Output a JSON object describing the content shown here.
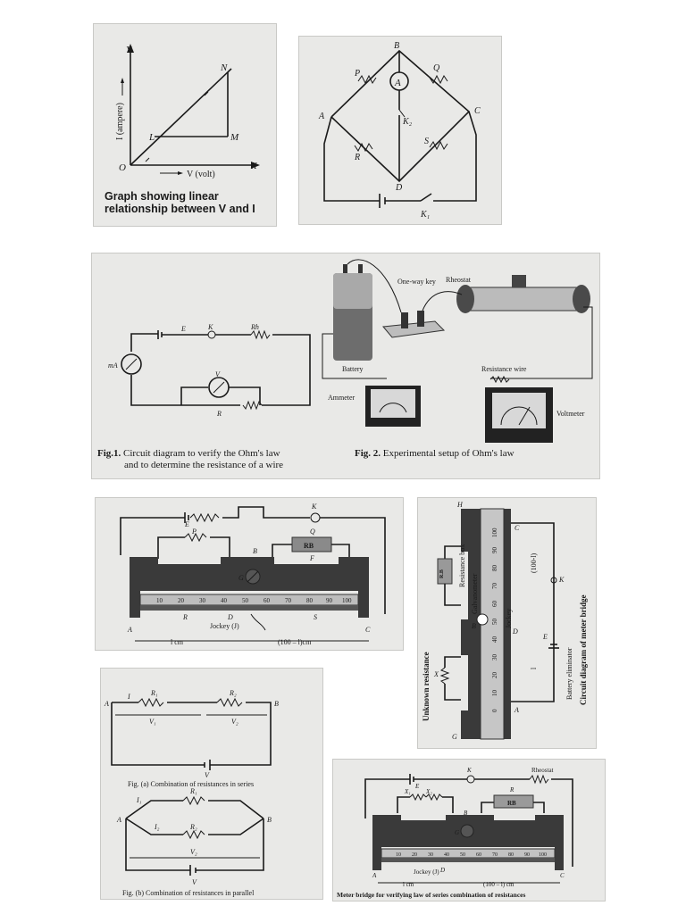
{
  "panel1": {
    "y_axis": "Y",
    "x_axis": "X",
    "origin": "O",
    "y_label": "I (ampere)",
    "x_label": "V (volt)",
    "pts": {
      "n": "N",
      "l": "L",
      "m": "M"
    },
    "caption_1": "Graph showing linear",
    "caption_2": "relationship between V and I"
  },
  "panel2": {
    "b": "B",
    "a": "A",
    "c": "C",
    "d": "D",
    "p": "P",
    "q": "Q",
    "r": "R",
    "s": "S",
    "meter": "A",
    "k2": "K₂",
    "k1": "K₁"
  },
  "panel3": {
    "e": "E",
    "k": "K",
    "rh": "Rh",
    "ma": "mA",
    "v": "V",
    "r": "R",
    "one_way_key": "One-way key",
    "rheostat": "Rheostat",
    "battery": "Battery",
    "resistance_wire": "Resistance wire",
    "ammeter": "Ammeter",
    "voltmeter": "Voltmeter",
    "fig1_label": "Fig.1.",
    "fig1_text_1": "Circuit diagram to verify the Ohm's law",
    "fig1_text_2": "and to determine the resistance of a wire",
    "fig2_label": "Fig. 2.",
    "fig2_text": "Experimental setup of Ohm's law"
  },
  "panel4": {
    "e": "E",
    "k": "K",
    "p": "P",
    "q": "Q",
    "rb": "RB",
    "f": "F",
    "b": "B",
    "g": "G",
    "scale": [
      "10",
      "20",
      "30",
      "40",
      "50",
      "60",
      "70",
      "80",
      "90",
      "100"
    ],
    "r": "R",
    "d": "D",
    "s": "S",
    "jockey": "Jockey (J)",
    "a": "A",
    "c": "C",
    "l_cm": "l cm",
    "rest_cm": "(100 – l)cm"
  },
  "panel5": {
    "h": "H",
    "g": "G",
    "c": "C",
    "b": "B",
    "a": "A",
    "d": "D",
    "k": "K",
    "e": "E",
    "x": "X",
    "scale": [
      "0",
      "10",
      "20",
      "30",
      "40",
      "50",
      "60",
      "70",
      "80",
      "90",
      "100"
    ],
    "rb": "R.B",
    "resistance_box": "Resistance box",
    "galvanometer": "Galvanometer",
    "jockey": "Jockey",
    "unknown_resistance": "Unknown resistance",
    "battery_eliminator": "Battery eliminator",
    "title": "Circuit diagram of meter bridge",
    "len": "(100-l)",
    "l": "l"
  },
  "panel6": {
    "i": "I",
    "r1": "R₁",
    "r2": "R₂",
    "a": "A",
    "b": "B",
    "v1": "V₁",
    "v2": "V₂",
    "v": "V",
    "caption_a": "Fig. (a) Combination of resistances in series",
    "i1": "I₁",
    "i2": "I₂",
    "caption_b": "Fig. (b) Combination of resistances in parallel"
  },
  "panel7": {
    "k": "K",
    "e": "E",
    "rheostat": "Rheostat",
    "x1": "X₁",
    "x2": "X₂",
    "r": "R",
    "rb": "RB",
    "b": "B",
    "g": "G",
    "scale": [
      "10",
      "20",
      "30",
      "40",
      "50",
      "60",
      "70",
      "80",
      "90",
      "100"
    ],
    "a": "A",
    "c": "C",
    "jockey": "Jockey (J)",
    "d": "D",
    "l_cm": "l cm",
    "rest_cm": "(100 – l) cm",
    "caption": "Meter bridge for verifying law of series combination of resistances"
  }
}
